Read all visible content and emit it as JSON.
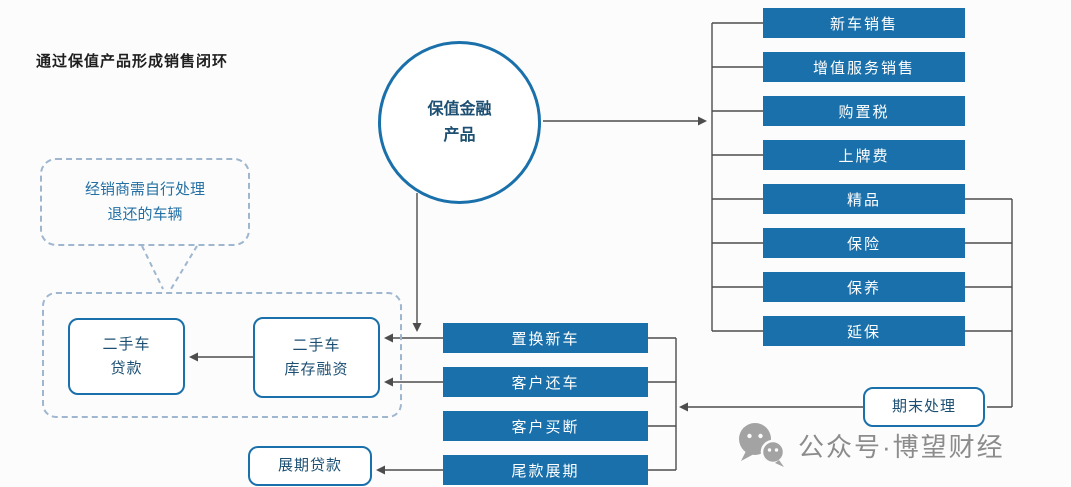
{
  "title": "通过保值产品形成销售闭环",
  "circle": {
    "label": "保值金融\n产品"
  },
  "right_stack": {
    "items": [
      "新车销售",
      "增值服务销售",
      "购置税",
      "上牌费",
      "精品",
      "保险",
      "保养",
      "延保"
    ]
  },
  "middle_stack": {
    "items": [
      "置换新车",
      "客户还车",
      "客户买断",
      "尾款展期"
    ]
  },
  "boxes": {
    "used_car_loan": "二手车\n贷款",
    "used_car_inventory_financing": "二手车\n库存融资",
    "rollover_loan": "展期贷款",
    "period_end_processing": "期末处理"
  },
  "callout": {
    "text": "经销商需自行处理\n退还的车辆"
  },
  "watermark": {
    "text": "公众号·博望财经"
  },
  "colors": {
    "primary_blue": "#1a70aa",
    "connector_line": "#4d4d4d",
    "dashed_border": "#9fb6cf",
    "box_text": "#1c4f72",
    "watermark_gray": "#8c8c8c"
  }
}
